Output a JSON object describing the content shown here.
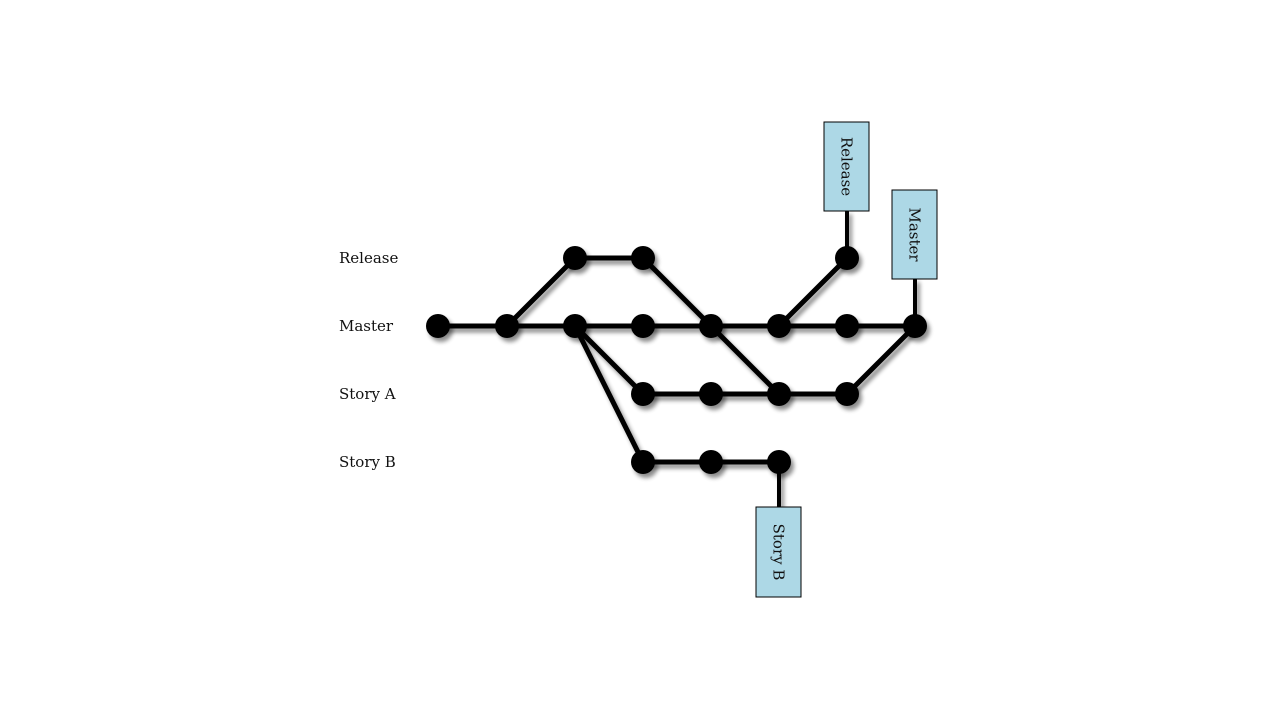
{
  "lanes": {
    "release": "Release",
    "master": "Master",
    "story_a": "Story A",
    "story_b": "Story B"
  },
  "tags": {
    "release": "Release",
    "master": "Master",
    "story_b": "Story B"
  },
  "colors": {
    "tag_fill": "#add8e6",
    "line": "#000000",
    "node": "#000000"
  }
}
